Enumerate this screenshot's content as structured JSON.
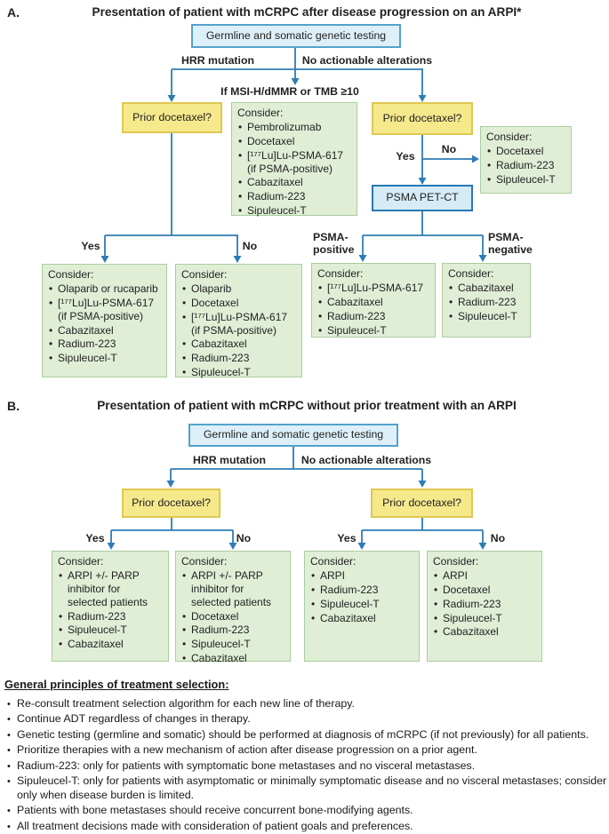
{
  "sectionA": {
    "label": "A.",
    "title": "Presentation of patient with mCRPC after disease progression on an ARPI*",
    "root_box": "Germline and somatic genetic testing",
    "branch_left_label": "HRR mutation",
    "branch_right_label": "No actionable alterations",
    "msi_label": "If MSI-H/dMMR or TMB ≥10",
    "question_left": "Prior docetaxel?",
    "question_right": "Prior docetaxel?",
    "yes": "Yes",
    "no": "No",
    "psma_pet_box": "PSMA PET-CT",
    "psma_positive_label": "PSMA-positive",
    "psma_negative_label": "PSMA-negative",
    "consider_msi": {
      "header": "Consider:",
      "items": [
        "Pembrolizumab",
        "Docetaxel",
        "[¹⁷⁷Lu]Lu-PSMA-617 (if PSMA-positive)",
        "Cabazitaxel",
        "Radium-223",
        "Sipuleucel-T"
      ]
    },
    "consider_no_docetaxel": {
      "header": "Consider:",
      "items": [
        "Docetaxel",
        "Radium-223",
        "Sipuleucel-T"
      ]
    },
    "consider_hrr_yes": {
      "header": "Consider:",
      "items": [
        "Olaparib or rucaparib",
        "[¹⁷⁷Lu]Lu-PSMA-617 (if PSMA-positive)",
        "Cabazitaxel",
        "Radium-223",
        "Sipuleucel-T"
      ]
    },
    "consider_hrr_no": {
      "header": "Consider:",
      "items": [
        "Olaparib",
        "Docetaxel",
        "[¹⁷⁷Lu]Lu-PSMA-617 (if PSMA-positive)",
        "Cabazitaxel",
        "Radium-223",
        "Sipuleucel-T"
      ]
    },
    "consider_psma_positive": {
      "header": "Consider:",
      "items": [
        "[¹⁷⁷Lu]Lu-PSMA-617",
        "Cabazitaxel",
        "Radium-223",
        "Sipuleucel-T"
      ]
    },
    "consider_psma_negative": {
      "header": "Consider:",
      "items": [
        "Cabazitaxel",
        "Radium-223",
        "Sipuleucel-T"
      ]
    }
  },
  "sectionB": {
    "label": "B.",
    "title": "Presentation of patient with mCRPC without prior treatment with an ARPI",
    "root_box": "Germline and somatic genetic testing",
    "branch_left_label": "HRR mutation",
    "branch_right_label": "No actionable alterations",
    "question_left": "Prior docetaxel?",
    "question_right": "Prior docetaxel?",
    "yes": "Yes",
    "no": "No",
    "consider_hrr_yes": {
      "header": "Consider:",
      "items": [
        "ARPI +/- PARP inhibitor for selected patients",
        "Radium-223",
        "Sipuleucel-T",
        "Cabazitaxel"
      ]
    },
    "consider_hrr_no": {
      "header": "Consider:",
      "items": [
        "ARPI +/- PARP inhibitor for selected patients",
        "Docetaxel",
        "Radium-223",
        "Sipuleucel-T",
        "Cabazitaxel"
      ]
    },
    "consider_no_alt_yes": {
      "header": "Consider:",
      "items": [
        "ARPI",
        "Radium-223",
        "Sipuleucel-T",
        "Cabazitaxel"
      ]
    },
    "consider_no_alt_no": {
      "header": "Consider:",
      "items": [
        "ARPI",
        "Docetaxel",
        "Radium-223",
        "Sipuleucel-T",
        "Cabazitaxel"
      ]
    }
  },
  "principles": {
    "title": "General principles of treatment selection:",
    "items": [
      "Re-consult treatment selection algorithm for each new line of therapy.",
      "Continue ADT regardless of changes in therapy.",
      "Genetic testing (germline and somatic) should be performed at diagnosis of mCRPC (if not previously) for all patients.",
      "Prioritize therapies with a new mechanism of action after disease progression on a prior agent.",
      "Radium-223: only for patients with symptomatic bone metastases and no visceral metastases.",
      "Sipuleucel-T: only for patients with asymptomatic or minimally symptomatic disease and no visceral metastases; consider only when disease burden is limited.",
      "Patients with bone metastases should receive concurrent bone-modifying agents.",
      "All treatment decisions made with consideration of patient goals and preferences."
    ]
  },
  "colors": {
    "arrow": "#2E7CB5",
    "yellow_fill": "#F6E98C",
    "yellow_border": "#DFC850",
    "green_fill": "#E0EED6",
    "green_border": "#AACD9E",
    "blue_fill": "#DDF0F9",
    "blue_border": "#55A2C9",
    "psma_fill": "#D5EBF6",
    "psma_border": "#2778B3"
  }
}
